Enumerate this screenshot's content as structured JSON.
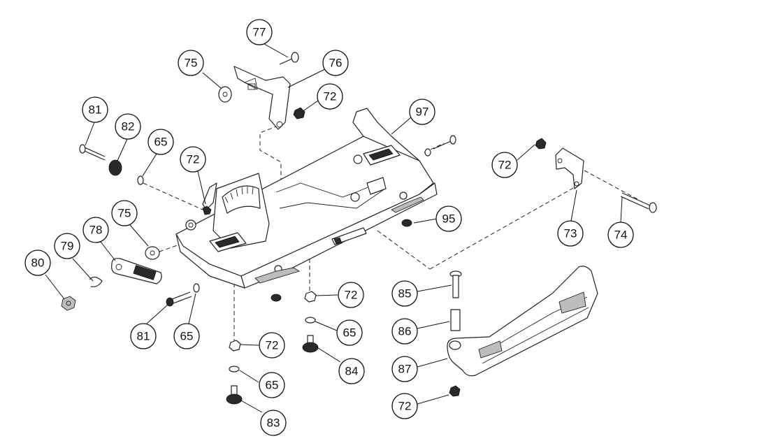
{
  "callouts": [
    {
      "label": "77"
    },
    {
      "label": "75"
    },
    {
      "label": "76"
    },
    {
      "label": "72"
    },
    {
      "label": "97"
    },
    {
      "label": "81"
    },
    {
      "label": "82"
    },
    {
      "label": "65"
    },
    {
      "label": "72"
    },
    {
      "label": "72"
    },
    {
      "label": "73"
    },
    {
      "label": "74"
    },
    {
      "label": "95"
    },
    {
      "label": "75"
    },
    {
      "label": "78"
    },
    {
      "label": "79"
    },
    {
      "label": "80"
    },
    {
      "label": "81"
    },
    {
      "label": "65"
    },
    {
      "label": "72"
    },
    {
      "label": "65"
    },
    {
      "label": "84"
    },
    {
      "label": "72"
    },
    {
      "label": "65"
    },
    {
      "label": "83"
    },
    {
      "label": "85"
    },
    {
      "label": "86"
    },
    {
      "label": "87"
    },
    {
      "label": "72"
    }
  ],
  "colors": {
    "line": "#222222",
    "background": "#ffffff"
  }
}
